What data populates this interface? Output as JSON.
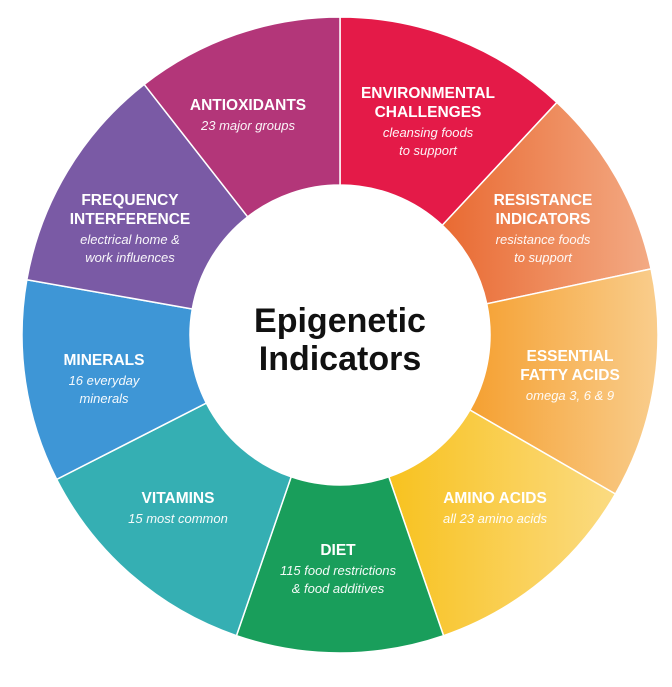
{
  "center": {
    "line1": "Epigenetic",
    "line2": "Indicators"
  },
  "segments": [
    {
      "id": "environmental",
      "title": [
        "ENVIRONMENTAL",
        "CHALLENGES"
      ],
      "sub": [
        "cleansing foods",
        "to support"
      ],
      "colors": [
        "#e41a48",
        "#e41a48"
      ]
    },
    {
      "id": "resistance",
      "title": [
        "RESISTANCE",
        "INDICATORS"
      ],
      "sub": [
        "resistance foods",
        "to support"
      ],
      "colors": [
        "#e96a32",
        "#f3aa84"
      ]
    },
    {
      "id": "essential",
      "title": [
        "ESSENTIAL",
        "FATTY ACIDS"
      ],
      "sub": [
        "omega 3, 6 & 9"
      ],
      "colors": [
        "#f5a031",
        "#f9cd8c"
      ]
    },
    {
      "id": "amino",
      "title": [
        "AMINO ACIDS"
      ],
      "sub": [
        "all 23 amino acids"
      ],
      "colors": [
        "#f8c21f",
        "#fbdb82"
      ]
    },
    {
      "id": "diet",
      "title": [
        "DIET"
      ],
      "sub": [
        "115 food restrictions",
        "& food additives"
      ],
      "colors": [
        "#199e5b",
        "#199e5b"
      ]
    },
    {
      "id": "vitamins",
      "title": [
        "VITAMINS"
      ],
      "sub": [
        "15 most common"
      ],
      "colors": [
        "#35afb3",
        "#35afb3"
      ]
    },
    {
      "id": "minerals",
      "title": [
        "MINERALS"
      ],
      "sub": [
        "16 everyday",
        "minerals"
      ],
      "colors": [
        "#3e96d6",
        "#3e96d6"
      ]
    },
    {
      "id": "frequency",
      "title": [
        "FREQUENCY",
        "INTERFERENCE"
      ],
      "sub": [
        "electrical home &",
        "work influences"
      ],
      "colors": [
        "#7a5aa5",
        "#7a5aa5"
      ]
    },
    {
      "id": "antioxidants",
      "title": [
        "ANTIOXIDANTS"
      ],
      "sub": [
        "23 major groups"
      ],
      "colors": [
        "#b33679",
        "#b33679"
      ]
    }
  ]
}
